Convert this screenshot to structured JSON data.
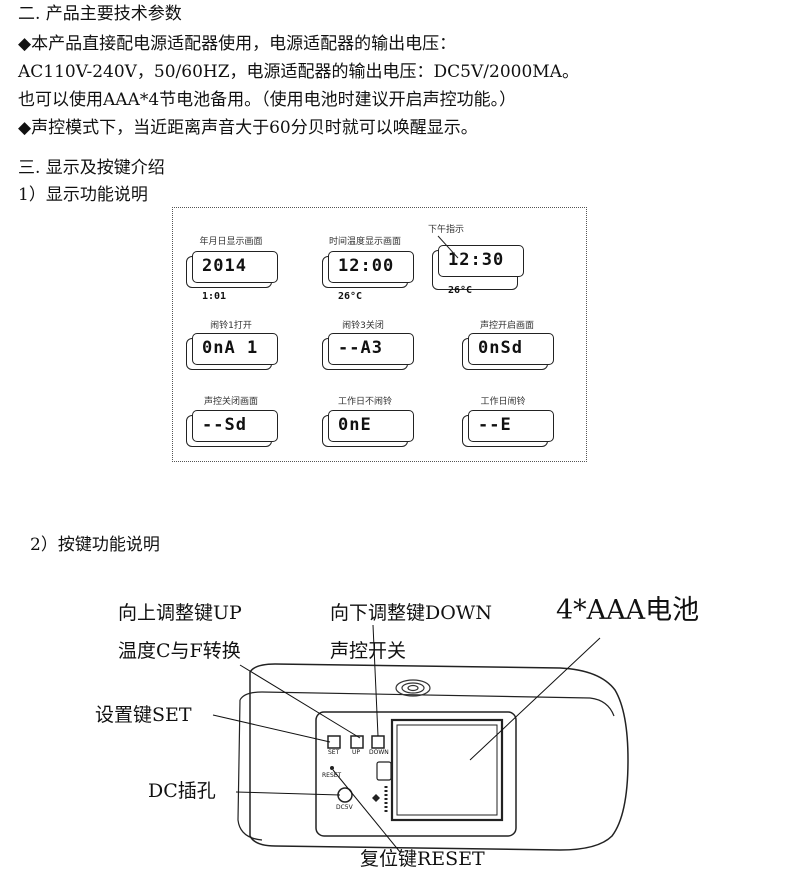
{
  "section2": {
    "title": "二. 产品主要技术参数",
    "lines": [
      "◆本产品直接配电源适配器使用，电源适配器的输出电压：",
      " AC110V-240V，50/60HZ，电源适配器的输出电压：DC5V/2000MA。",
      "也可以使用AAA*4节电池备用。（使用电池时建议开启声控功能。）",
      "◆声控模式下，当近距离声音大于60分贝时就可以唤醒显示。"
    ]
  },
  "section3": {
    "title": "三. 显示及按键介绍",
    "sub1": "1）显示功能说明",
    "sub2": "2）按键功能说明"
  },
  "displays": [
    {
      "caption": "年月日显示画面",
      "main": "2014",
      "small": "1:01"
    },
    {
      "caption": "时间温度显示画面",
      "main": "12:00",
      "small": "26°C"
    },
    {
      "caption": "下午指示",
      "main": "12:30",
      "small": "26°C"
    },
    {
      "caption": "闹铃1打开",
      "main": "0nA 1",
      "small": ""
    },
    {
      "caption": "闹铃3关闭",
      "main": "--A3",
      "small": ""
    },
    {
      "caption": "声控开启画面",
      "main": "0nSd",
      "small": ""
    },
    {
      "caption": "声控关闭画面",
      "main": "--Sd",
      "small": ""
    },
    {
      "caption": "工作日不闹铃",
      "main": "0nE",
      "small": ""
    },
    {
      "caption": "工作日闹铃",
      "main": "--E",
      "small": ""
    }
  ],
  "device": {
    "label_up": "向上调整键UP",
    "label_temp": "温度C与F转换",
    "label_down": "向下调整键DOWN",
    "label_voice": "声控开关",
    "label_battery": "4*AAA电池",
    "label_set": "设置键SET",
    "label_dc": "DC插孔",
    "label_reset": "复位键RESET",
    "btn_set": "SET",
    "btn_up": "UP",
    "btn_down": "DOWN",
    "reset_small": "RESET",
    "dc_small": "DC5V"
  }
}
